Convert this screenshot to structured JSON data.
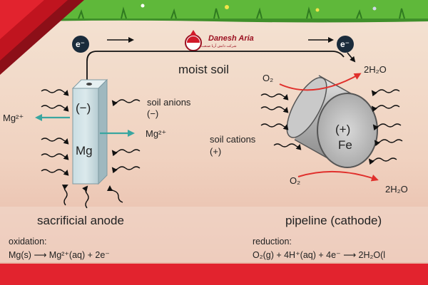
{
  "logo": {
    "name": "Danesh Aria",
    "tagline": "شرکت دانش آریا صنعت"
  },
  "electrons": {
    "left": "e⁻",
    "right": "e⁻"
  },
  "labels": {
    "moist_soil": "moist soil",
    "soil_anions": "soil anions",
    "soil_anions_sign": "(−)",
    "soil_cations": "soil cations",
    "soil_cations_sign": "(+)",
    "sacrificial_anode": "sacrificial anode",
    "pipeline_cathode": "pipeline (cathode)"
  },
  "anode": {
    "sign": "(−)",
    "metal": "Mg",
    "ion_left": "Mg²⁺",
    "ion_right": "Mg²⁺"
  },
  "cathode": {
    "sign": "(+)",
    "metal": "Fe",
    "o2_top": "O₂",
    "h2o_top": "2H₂O",
    "o2_bottom": "O₂",
    "h2o_bottom": "2H₂O"
  },
  "equations": {
    "oxidation_label": "oxidation:",
    "oxidation": "Mg(s) ⟶ Mg²⁺(aq) + 2e⁻",
    "reduction_label": "reduction:",
    "reduction": "O₂(g) + 4H⁺(aq) + 4e⁻ ⟶ 2H₂O(l"
  },
  "colors": {
    "soil_top": "#f3e2d2",
    "soil_bottom": "#e9bfae",
    "grass": "#5fb83a",
    "red_band": "#e2232e",
    "ion_arrow": "#3aa6a0",
    "o2_arrow": "#e0302c"
  }
}
